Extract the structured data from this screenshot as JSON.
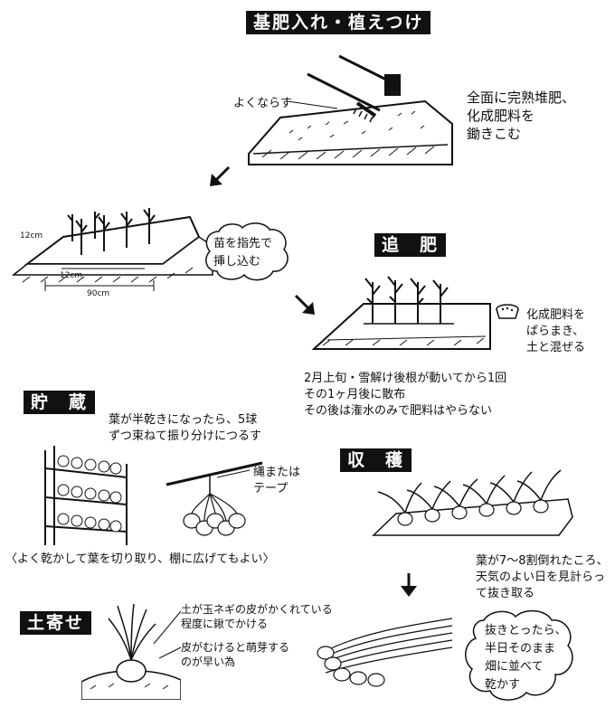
{
  "sections": {
    "basal": {
      "title": "基肥入れ・植えつけ",
      "callout": "よくならす",
      "note_lines": [
        "全面に完熟堆肥、",
        "化成肥料を",
        "鋤きこむ"
      ]
    },
    "planting": {
      "dim_row": "12cm",
      "dim_plant": "12cm",
      "dim_width": "90cm",
      "bubble_lines": [
        "苗を指先で",
        "挿し込む"
      ]
    },
    "topdress": {
      "title": "追　肥",
      "note_lines": [
        "化成肥料を",
        "ばらまき、",
        "土と混ぜる"
      ],
      "caption_lines": [
        "2月上旬・雪解け後根が動いてから1回",
        "その1ヶ月後に散布",
        "その後は潅水のみで肥料はやらない"
      ]
    },
    "storage": {
      "title": "貯　蔵",
      "note_lines": [
        "葉が半乾きになったら、5球",
        "ずつ束ねて振り分けにつるす"
      ],
      "tie_lines": [
        "縄または",
        "テープ"
      ],
      "caption": "〈よく乾かして葉を切り取り、棚に広げてもよい〉"
    },
    "harvest": {
      "title": "収　穫",
      "note_lines": [
        "葉が7～8割倒れたころ、",
        "天気のよい日を見計らっ",
        "て抜き取る"
      ],
      "bubble_lines": [
        "抜きとったら、",
        "半日そのまま",
        "畑に並べて",
        "乾かす"
      ]
    },
    "hilling": {
      "title": "土寄せ",
      "note1_lines": [
        "土が玉ネギの皮がかくれている",
        "程度に鍬でかける"
      ],
      "note2_lines": [
        "皮がむけると萌芽する",
        "のが早い為"
      ]
    }
  }
}
